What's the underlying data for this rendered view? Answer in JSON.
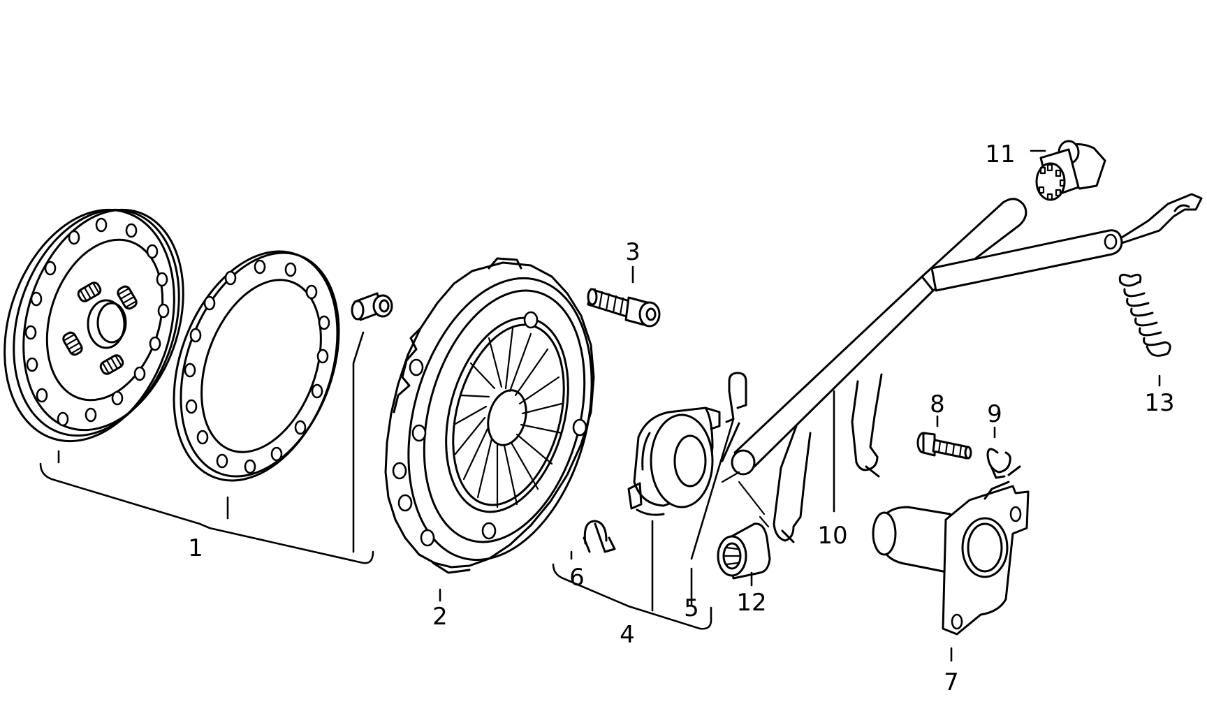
{
  "diagram": {
    "type": "exploded-parts-view",
    "callouts": {
      "c1": "1",
      "c2": "2",
      "c3": "3",
      "c4": "4",
      "c5": "5",
      "c6": "6",
      "c7": "7",
      "c8": "8",
      "c9": "9",
      "c10": "10",
      "c11": "11",
      "c12": "12",
      "c13": "13"
    }
  }
}
